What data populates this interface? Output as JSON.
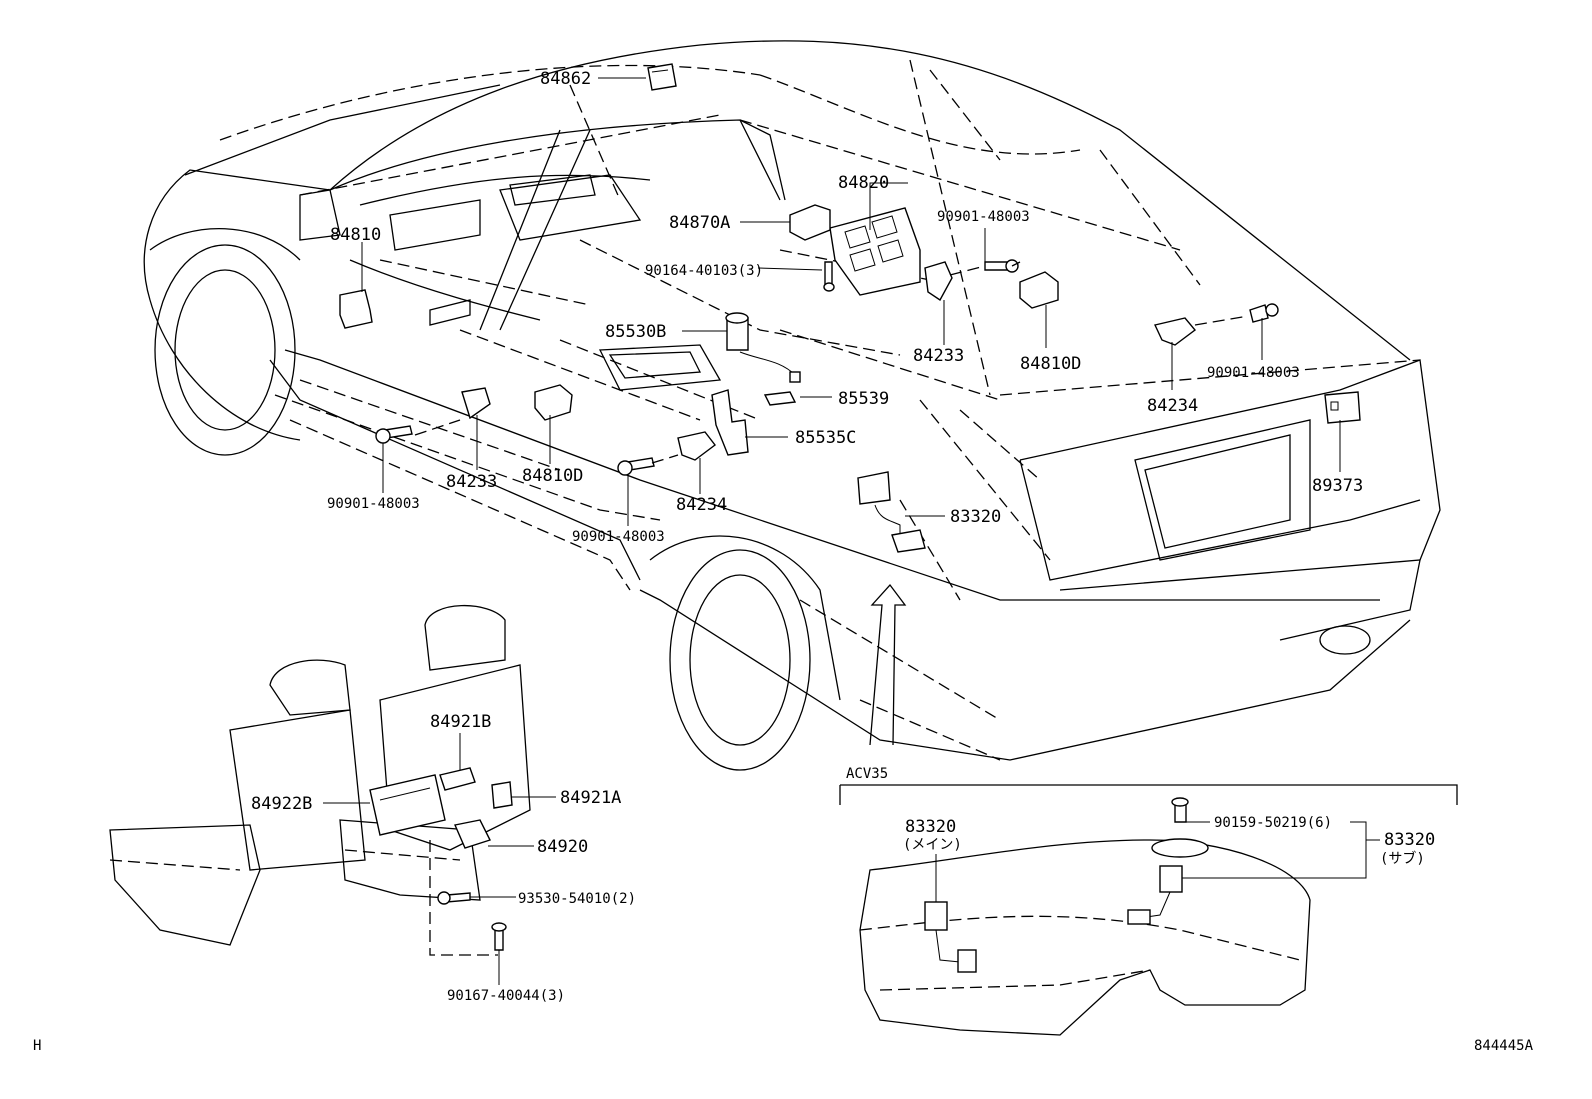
{
  "labels": {
    "p84862": "84862",
    "p84820": "84820",
    "p84870a": "84870A",
    "p90901_top": "90901-48003",
    "p90164": "90164-40103(3)",
    "p84810": "84810",
    "p85530b": "85530B",
    "p84233_right": "84233",
    "p84810d_right": "84810D",
    "p84234_right": "84234",
    "p90901_right": "90901-48003",
    "p85539": "85539",
    "p85535c": "85535C",
    "p84233_left": "84233",
    "p84810d_left": "84810D",
    "p84234_left": "84234",
    "p90901_left": "90901-48003",
    "p90901_mid": "90901-48003",
    "p89373": "89373",
    "p83320": "83320",
    "p84921b": "84921B",
    "p84922b": "84922B",
    "p84921a": "84921A",
    "p84920": "84920",
    "p93530": "93530-54010(2)",
    "p90167": "90167-40044(3)",
    "acv35": "ACV35",
    "p83320_main": "83320",
    "p83320_main_note": "(メイン)",
    "p90159": "90159-50219(6)",
    "p83320_sub": "83320",
    "p83320_sub_note": "(サブ)",
    "corner_left": "H",
    "corner_right": "844445A"
  }
}
